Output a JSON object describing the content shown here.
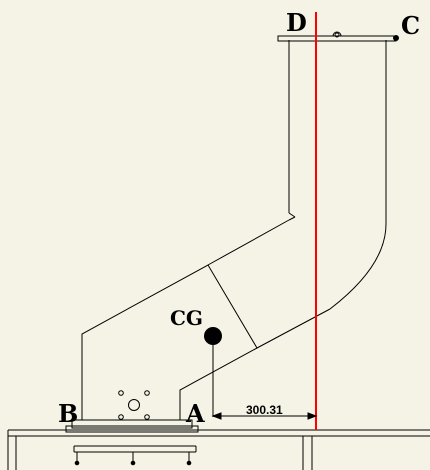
{
  "labels": {
    "d": "D",
    "c": "C",
    "b": "B",
    "a": "A",
    "cg": "CG"
  },
  "dimension": {
    "value": "300.31"
  },
  "colors": {
    "background": "#f4f3e6",
    "line": "#000000",
    "reference_line": "#ff0000"
  }
}
